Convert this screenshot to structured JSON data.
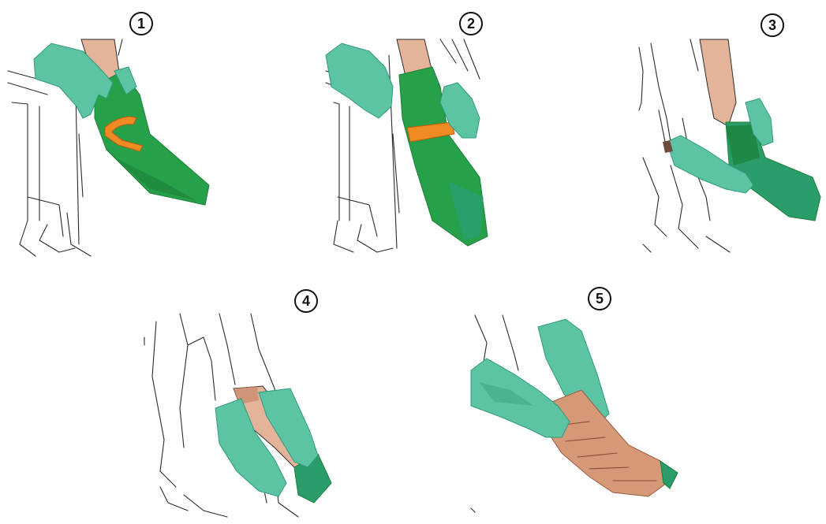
{
  "steps": [
    {
      "number": "1"
    },
    {
      "number": "2"
    },
    {
      "number": "3"
    },
    {
      "number": "4"
    },
    {
      "number": "5"
    }
  ],
  "colors": {
    "glove": "#5cc4a4",
    "glove_dark": "#2f9a7c",
    "sleeve": "#27a04a",
    "sleeve_dark": "#1b7f38",
    "band": "#f08a22",
    "skin": "#e3b39a",
    "skin_dark": "#c7876a",
    "outline": "#2b2b2b"
  }
}
